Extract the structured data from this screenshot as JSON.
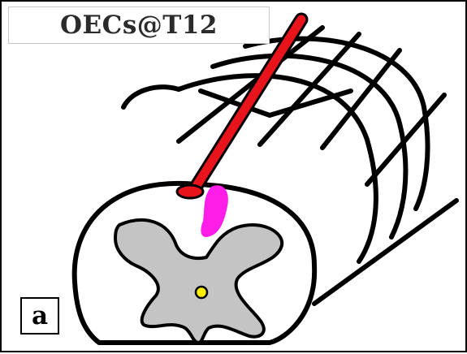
{
  "figure": {
    "title": "OECs@T12",
    "panel_label": "a",
    "colors": {
      "outline": "#000000",
      "background": "#ffffff",
      "needle": "#e8141c",
      "injection_site": "#ff1ee8",
      "gray_matter": "#c4c4c4",
      "central_canal": "#ffee00"
    },
    "elements": [
      "spinal-cord-segments",
      "injection-needle",
      "cell-deposit",
      "gray-matter",
      "central-canal"
    ]
  }
}
